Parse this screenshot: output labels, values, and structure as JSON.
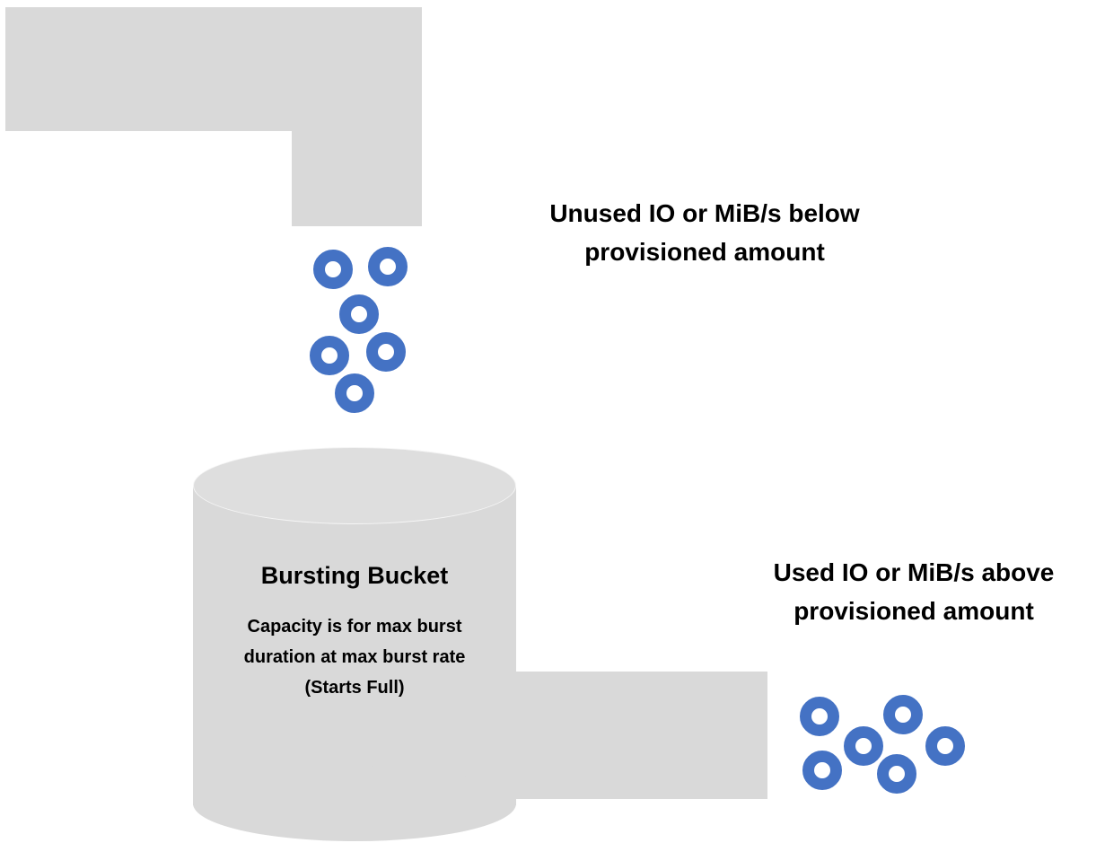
{
  "annotations": {
    "unused": {
      "lines": [
        "Unused IO or MiB/s below",
        "provisioned amount"
      ]
    },
    "used": {
      "lines": [
        "Used IO or MiB/s above",
        "provisioned amount"
      ]
    }
  },
  "bucket": {
    "title": "Bursting Bucket",
    "subtitle_lines": [
      "Capacity is for max burst",
      "duration at max burst rate",
      "(Starts Full)"
    ]
  },
  "tokens": {
    "inflow_count": 6,
    "outflow_count": 6,
    "color": "#4472c4"
  },
  "colors": {
    "pipe_gray": "#d9d9d9",
    "background": "#ffffff",
    "text": "#000000"
  }
}
